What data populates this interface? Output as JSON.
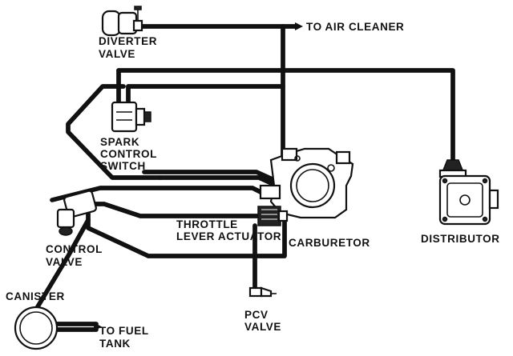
{
  "labels": {
    "diverter_l1": "DIVERTER",
    "diverter_l2": "VALVE",
    "air_cleaner": "TO AIR CLEANER",
    "spark_l1": "SPARK",
    "spark_l2": "CONTROL",
    "spark_l3": "SWITCH",
    "throttle_l1": "THROTTLE",
    "throttle_l2": "LEVER ACTUATOR",
    "carburetor": "CARBURETOR",
    "distributor": "DISTRIBUTOR",
    "control_l1": "CONTROL",
    "control_l2": "VALVE",
    "canister": "CANISTER",
    "pcv_l1": "PCV",
    "pcv_l2": "VALVE",
    "fuel_l1": "TO FUEL",
    "fuel_l2": "TANK"
  }
}
